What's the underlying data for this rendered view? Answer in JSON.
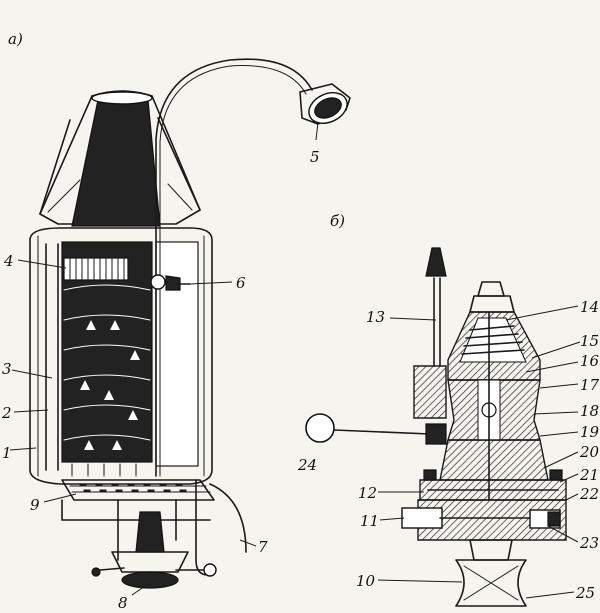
{
  "panels": {
    "a": "а)",
    "b": "б)"
  },
  "labels": [
    {
      "id": "1",
      "text": "1"
    },
    {
      "id": "2",
      "text": "2"
    },
    {
      "id": "3",
      "text": "3"
    },
    {
      "id": "4",
      "text": "4"
    },
    {
      "id": "5",
      "text": "5"
    },
    {
      "id": "6",
      "text": "6"
    },
    {
      "id": "7",
      "text": "7"
    },
    {
      "id": "8",
      "text": "8"
    },
    {
      "id": "9",
      "text": "9"
    },
    {
      "id": "10",
      "text": "10"
    },
    {
      "id": "11",
      "text": "11"
    },
    {
      "id": "12",
      "text": "12"
    },
    {
      "id": "13",
      "text": "13"
    },
    {
      "id": "14",
      "text": "14"
    },
    {
      "id": "15",
      "text": "15"
    },
    {
      "id": "16",
      "text": "16"
    },
    {
      "id": "17",
      "text": "17"
    },
    {
      "id": "18",
      "text": "18"
    },
    {
      "id": "19",
      "text": "19"
    },
    {
      "id": "20",
      "text": "20"
    },
    {
      "id": "21",
      "text": "21"
    },
    {
      "id": "22",
      "text": "22"
    },
    {
      "id": "23",
      "text": "23"
    },
    {
      "id": "24",
      "text": "24"
    },
    {
      "id": "25",
      "text": "25"
    }
  ]
}
